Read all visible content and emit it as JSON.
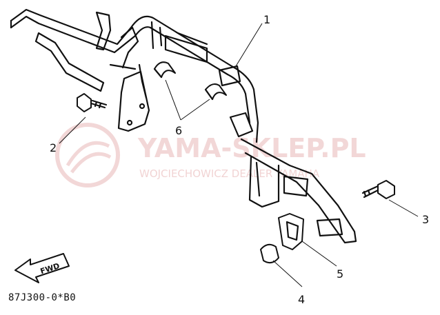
{
  "callouts": [
    {
      "id": "1",
      "text": "1"
    },
    {
      "id": "2",
      "text": "2"
    },
    {
      "id": "3",
      "text": "3"
    },
    {
      "id": "4",
      "text": "4"
    },
    {
      "id": "5",
      "text": "5"
    },
    {
      "id": "6",
      "text": "6"
    }
  ],
  "fwd_label": "FWD",
  "diagram_code": "87J300-0*B0",
  "watermark": {
    "title": "YAMA-SKLEP.PL",
    "subtitle": "WOJCIECHOWICZ DEALER YAMAHA",
    "color": "#e8b7b7"
  }
}
